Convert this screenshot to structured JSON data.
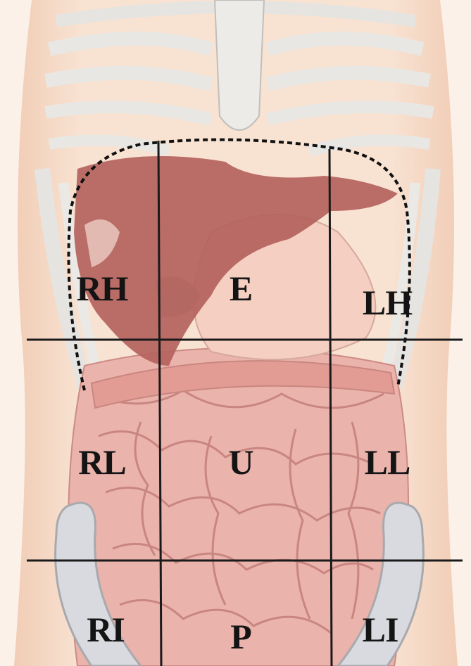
{
  "colors": {
    "background": "#fbf1e8",
    "skin": "#f6dccb",
    "bone": "#e8e6e2",
    "bone_outline": "#b9b6b1",
    "liver": "#b6605c",
    "stomach": "#f3c9bb",
    "intestine": "#e9aaa3",
    "intestine_outline": "#c98680",
    "grid_line": "#1a1a1a",
    "label": "#141414"
  },
  "regions": [
    {
      "id": "rh",
      "label": "RH"
    },
    {
      "id": "e",
      "label": "E"
    },
    {
      "id": "lh",
      "label": "LH"
    },
    {
      "id": "rl",
      "label": "RL"
    },
    {
      "id": "u",
      "label": "U"
    },
    {
      "id": "ll",
      "label": "LL"
    },
    {
      "id": "ri",
      "label": "RI"
    },
    {
      "id": "p",
      "label": "P"
    },
    {
      "id": "li",
      "label": "LI"
    }
  ]
}
